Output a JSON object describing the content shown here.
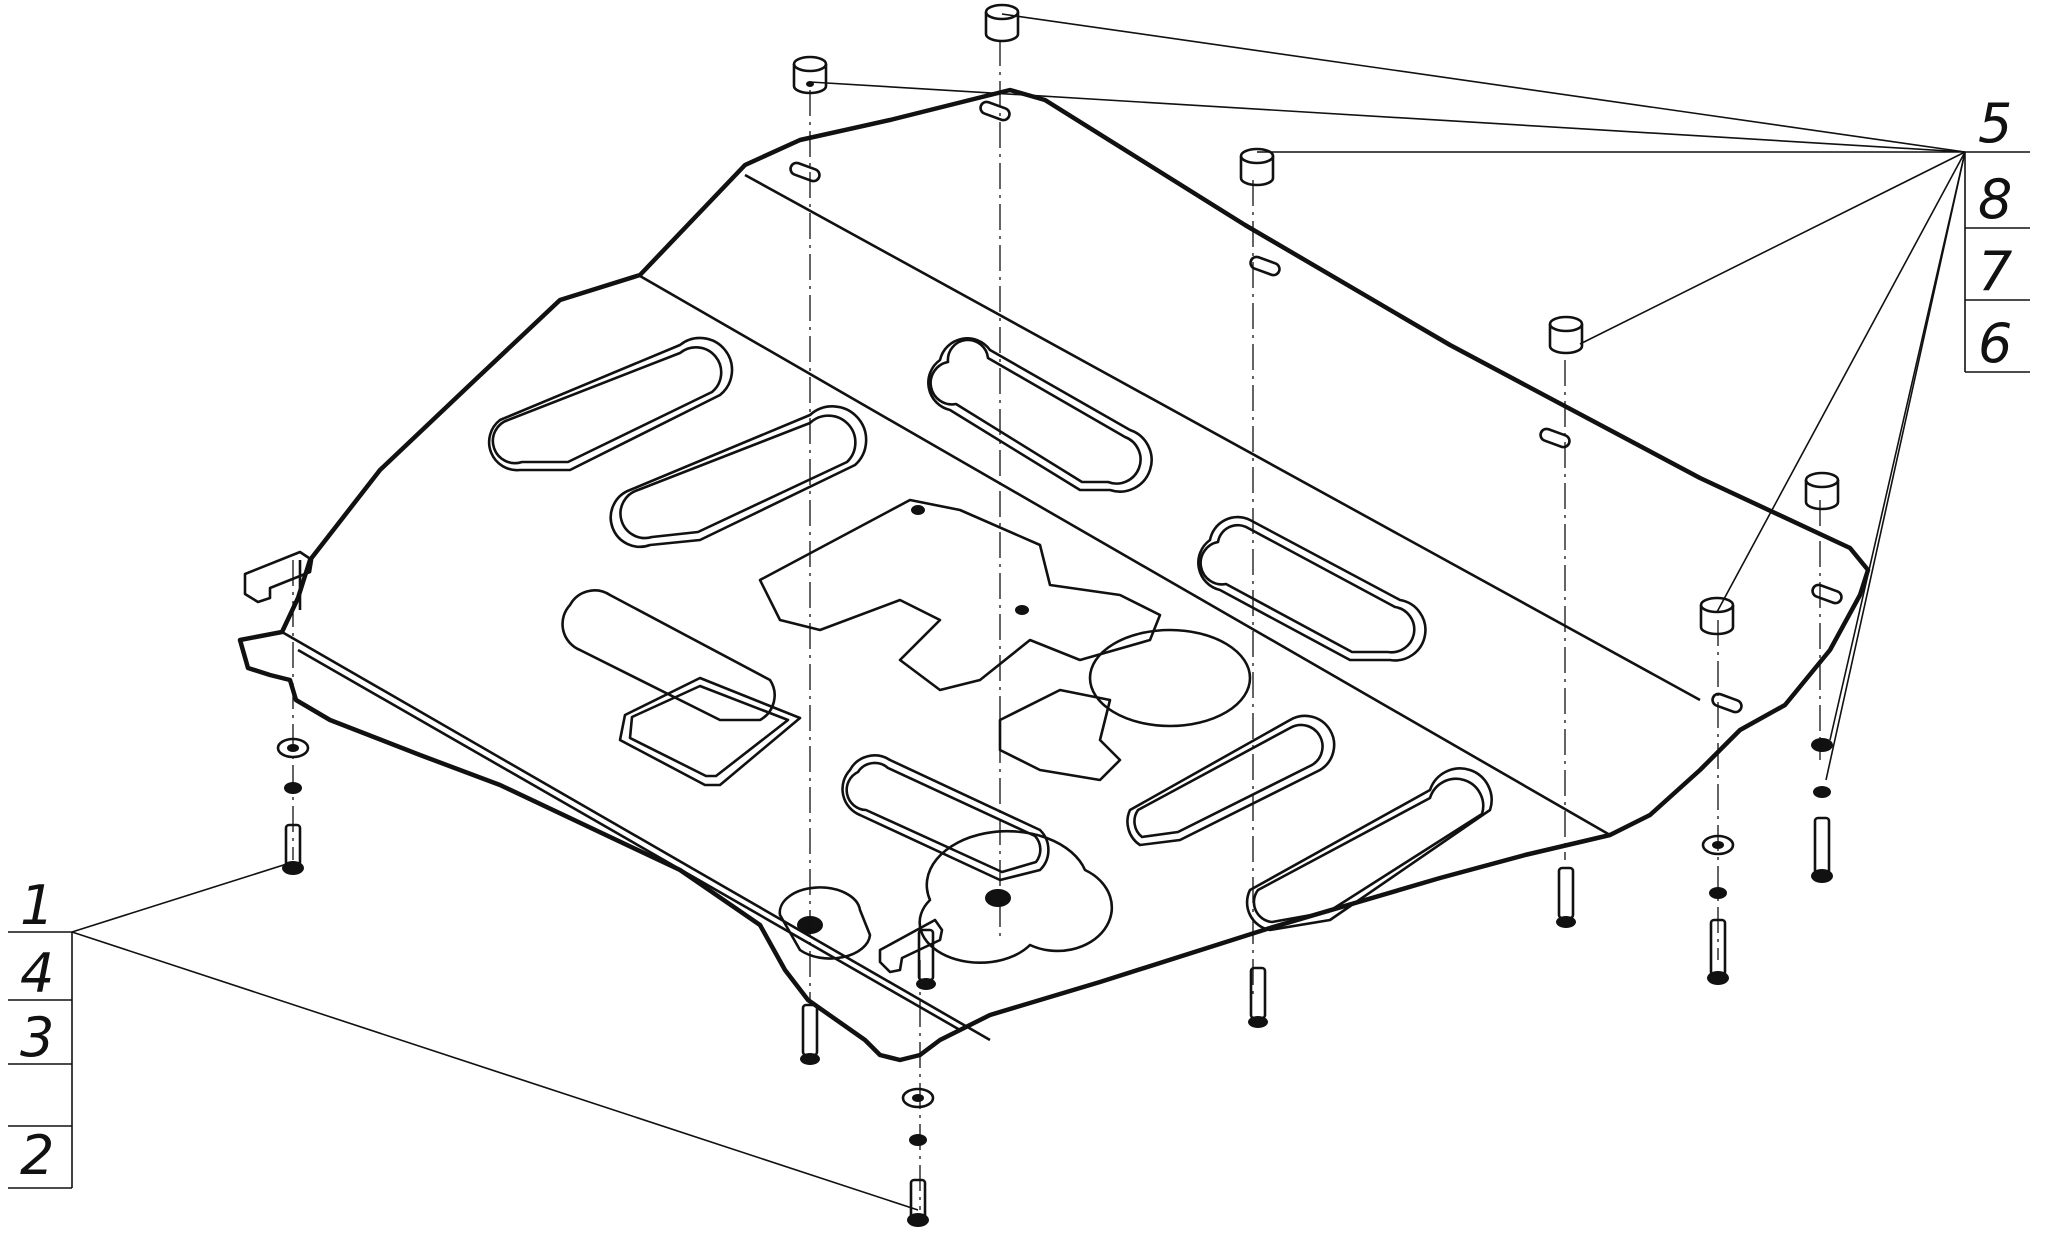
{
  "callouts": {
    "left": [
      "1",
      "4",
      "3",
      "2"
    ],
    "right": [
      "5",
      "8",
      "7",
      "6"
    ]
  },
  "colors": {
    "line": "#111111",
    "background": "#ffffff"
  }
}
